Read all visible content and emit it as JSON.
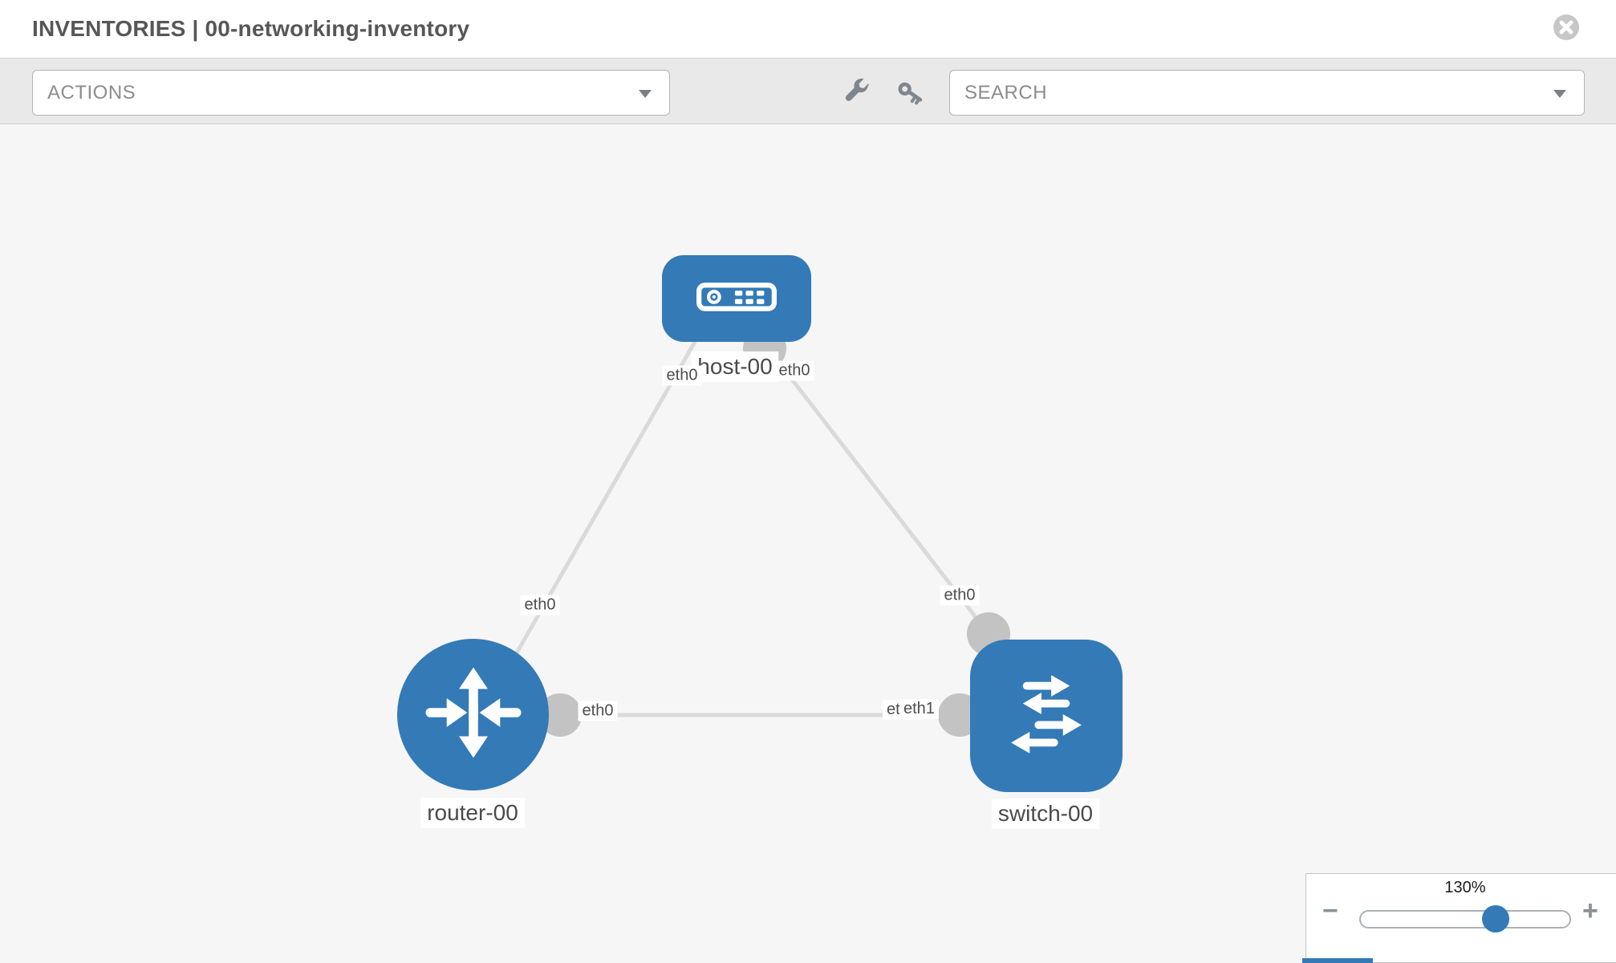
{
  "header": {
    "title": "INVENTORIES | 00-networking-inventory"
  },
  "toolbar": {
    "actions_label": "ACTIONS",
    "search_label": "SEARCH",
    "icons": [
      "wrench-icon",
      "key-icon"
    ],
    "accent_color": "#337ab7"
  },
  "topology": {
    "node_color": "#337ab7",
    "link_color": "#dadada",
    "port_color": "#c3c3c3",
    "nodes": [
      {
        "id": "host-00",
        "type": "host",
        "label": "host-00",
        "icon": "server-icon",
        "shape": "rounded-rect"
      },
      {
        "id": "router-00",
        "type": "router",
        "label": "router-00",
        "icon": "router-arrows-icon",
        "shape": "circle"
      },
      {
        "id": "switch-00",
        "type": "switch",
        "label": "switch-00",
        "icon": "switch-arrows-icon",
        "shape": "rounded-square"
      }
    ],
    "links": [
      {
        "source": "host-00",
        "target": "router-00",
        "source_interface": "eth0",
        "target_interface": "eth0"
      },
      {
        "source": "host-00",
        "target": "switch-00",
        "source_interface": "eth0",
        "target_interface": "eth0"
      },
      {
        "source": "router-00",
        "target": "switch-00",
        "source_interface": "eth0",
        "target_interface": "eth1"
      }
    ],
    "interface_labels": [
      {
        "label": "eth0"
      },
      {
        "label": "eth0"
      },
      {
        "label": "eth0"
      },
      {
        "label": "eth0"
      },
      {
        "label": "eth0"
      },
      {
        "label": "eth1"
      },
      {
        "label": "eth0"
      }
    ]
  },
  "zoom_control": {
    "level": "130%",
    "minus_label": "−",
    "plus_label": "+"
  }
}
